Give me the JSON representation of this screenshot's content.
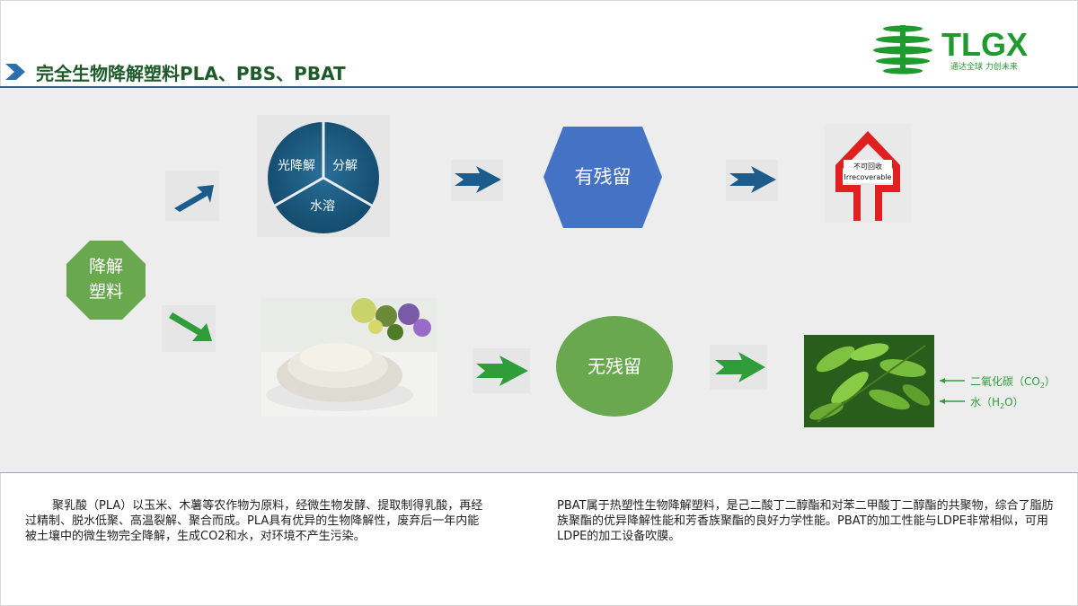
{
  "title": "完全生物降解塑料PLA、PBS、PBAT",
  "logo": {
    "name": "TLGX",
    "slogan": "通达全球 力创未来"
  },
  "diagram": {
    "start": {
      "line1": "降解",
      "line2": "塑料"
    },
    "wheel": {
      "seg1": "光降解",
      "seg2": "分解",
      "seg3": "水溶"
    },
    "residue": "有残留",
    "irrecoverable": {
      "zh": "不可回收",
      "en": "Irrecoverable"
    },
    "no_residue": "无残留",
    "outputs": {
      "co2": "二氧化碳（CO",
      "co2_sub": "2",
      "co2_end": "）",
      "water": "水（H",
      "water_sub": "2",
      "water_end": "O）"
    }
  },
  "text_left": "聚乳酸（PLA）以玉米、木薯等农作物为原料，经微生物发酵、提取制得乳酸，再经过精制、脱水低聚、高温裂解、聚合而成。PLA具有优异的生物降解性，废弃后一年内能被土壤中的微生物完全降解，生成CO2和水，对环境不产生污染。",
  "text_right": "PBAT属于热塑性生物降解塑料，是己二酸丁二醇酯和对苯二甲酸丁二醇酯的共聚物，综合了脂肪族聚酯的优异降解性能和芳香族聚酯的良好力学性能。PBAT的加工性能与LDPE非常相似，可用LDPE的加工设备吹膜。",
  "colors": {
    "title": "#1e5a2a",
    "blue_arrow": "#1b5c8c",
    "green": "#57a03c",
    "hex_blue": "#4472c4",
    "red": "#e02020",
    "logo_green": "#1f9a2d"
  }
}
